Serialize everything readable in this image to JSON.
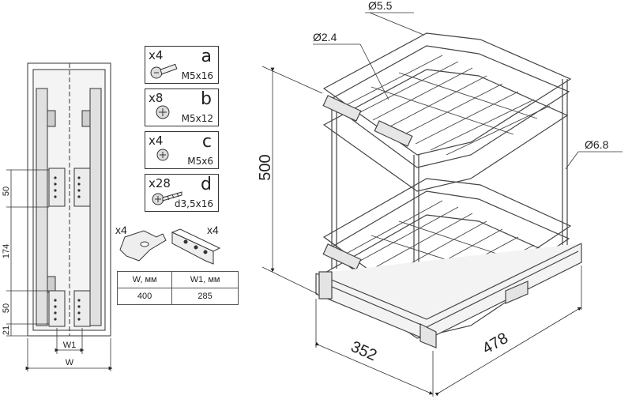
{
  "hardware": [
    {
      "qty": "x4",
      "letter": "a",
      "size": "M5x16",
      "icon": "confirmat-screw-icon"
    },
    {
      "qty": "x8",
      "letter": "b",
      "size": "M5x12",
      "icon": "screw-head-icon"
    },
    {
      "qty": "x4",
      "letter": "c",
      "size": "M5x6",
      "icon": "small-screw-icon"
    },
    {
      "qty": "x28",
      "letter": "d",
      "size": "d3,5x16",
      "icon": "wood-screw-icon"
    }
  ],
  "brackets": {
    "left_qty": "x4",
    "right_qty": "x4"
  },
  "spec_table": {
    "headers": [
      "W, мм",
      "W1, мм"
    ],
    "row": [
      "400",
      "285"
    ]
  },
  "side_view_dims": {
    "d50_top": "50",
    "d174": "174",
    "d50_bottom": "50",
    "d21": "21",
    "w1": "W1",
    "w": "W"
  },
  "basket_dims": {
    "diameter_top": "Ø5.5",
    "diameter_wire": "Ø2.4",
    "diameter_post": "Ø6.8",
    "height": "500",
    "width": "352",
    "depth": "478"
  }
}
